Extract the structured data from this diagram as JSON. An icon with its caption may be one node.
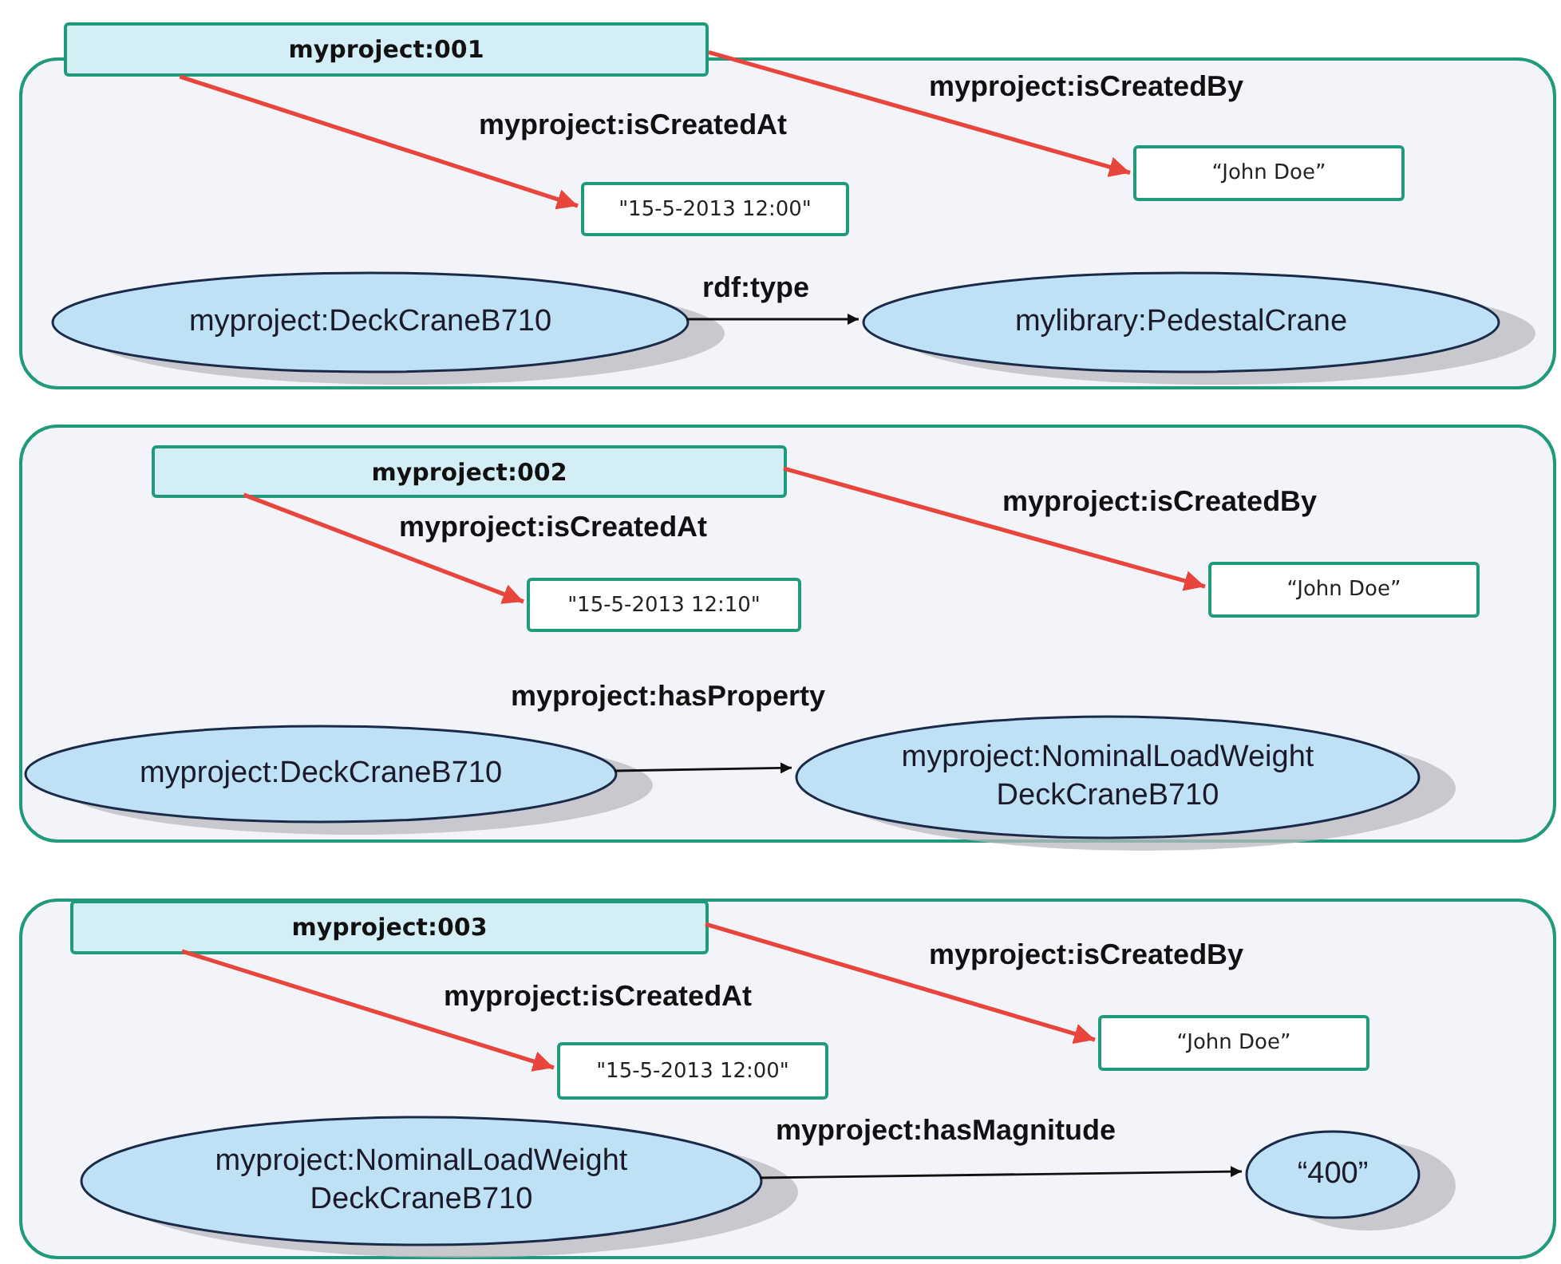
{
  "diagram": {
    "nodes": [
      {
        "text": [],
        "shape": "box"
      },
      {
        "text": [
          "myproject:001"
        ]
      },
      {
        "text": [
          "\"15-5-2013 12:00\""
        ],
        "in": 0
      },
      {
        "text": [
          "“John Doe”"
        ],
        "in": 0
      },
      {
        "text": [
          "myproject:DeckCraneB710"
        ],
        "in": 0
      },
      {
        "text": [
          "mylibrary:PedestalCrane"
        ],
        "in": 0
      },
      {
        "text": [],
        "shape": "box"
      },
      {
        "text": [
          "myproject:002"
        ],
        "in": 6
      },
      {
        "text": [
          "\"15-5-2013 12:10\""
        ],
        "in": 6
      },
      {
        "text": [
          "“John Doe”"
        ],
        "in": 6
      },
      {
        "text": [
          "myproject:DeckCraneB710"
        ],
        "in": 6
      },
      {
        "text": [
          "myproject:NominalLoadWeight DeckCraneB710"
        ],
        "in": 6
      },
      {
        "text": [],
        "shape": "box"
      },
      {
        "text": [
          "myproject:003"
        ],
        "in": 12
      },
      {
        "text": [
          "\"15-5-2013 12:00\""
        ],
        "in": 12
      },
      {
        "text": [
          "“John Doe”"
        ],
        "in": 12
      },
      {
        "text": [
          "myproject:NominalLoadWeight DeckCraneB710"
        ],
        "in": 12
      },
      {
        "text": [
          "“400”"
        ],
        "in": 12
      }
    ],
    "edges": [
      {
        "from": 1,
        "to": 2,
        "arrow": "to",
        "label": "myproject:isCreatedAt"
      },
      {
        "from": 1,
        "to": 3,
        "arrow": "to",
        "label": "myproject:isCreatedBy"
      },
      {
        "from": 4,
        "to": 5,
        "arrow": "to",
        "label": "rdf:type",
        "color": "#111111"
      },
      {
        "from": 7,
        "to": 8,
        "arrow": "to",
        "label": "myproject:isCreatedAt"
      },
      {
        "from": 7,
        "to": 9,
        "arrow": "to",
        "label": "myproject:isCreatedBy"
      },
      {
        "from": 10,
        "to": 11,
        "arrow": "to",
        "label": "myproject:hasProperty",
        "color": "#111111"
      },
      {
        "from": 13,
        "to": 14,
        "arrow": "to",
        "label": "myproject:isCreatedAt"
      },
      {
        "from": 13,
        "to": 15,
        "arrow": "to",
        "label": "myproject:isCreatedBy"
      },
      {
        "from": 16,
        "to": 17,
        "arrow": "to",
        "label": "myproject:hasMagnitude",
        "color": "#111111"
      }
    ]
  }
}
